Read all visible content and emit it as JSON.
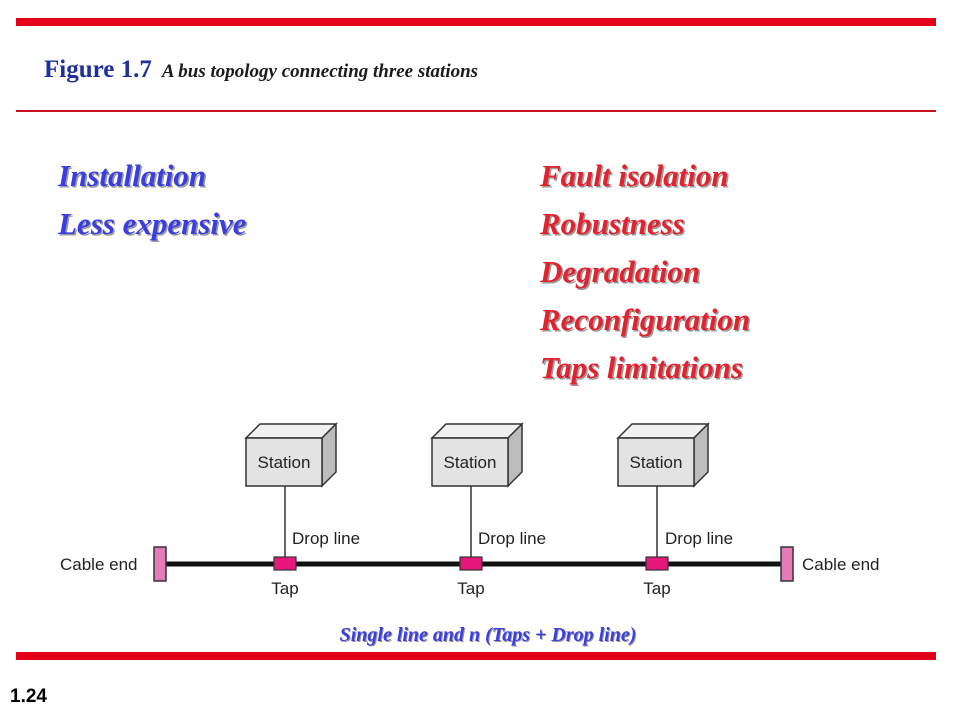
{
  "figure": {
    "number": "Figure 1.7",
    "caption": "A bus topology connecting three stations"
  },
  "advantages": [
    "Installation",
    "Less expensive"
  ],
  "disadvantages": [
    "Fault isolation",
    "Robustness",
    "Degradation",
    "Reconfiguration",
    "Taps limitations"
  ],
  "diagram": {
    "stations": [
      {
        "label": "Station",
        "drop_label": "Drop line",
        "tap_label": "Tap"
      },
      {
        "label": "Station",
        "drop_label": "Drop line",
        "tap_label": "Tap"
      },
      {
        "label": "Station",
        "drop_label": "Drop line",
        "tap_label": "Tap"
      }
    ],
    "cable_end_left": "Cable end",
    "cable_end_right": "Cable end"
  },
  "summary": "Single line and n (Taps + Drop line)",
  "slide_number": "1.24",
  "colors": {
    "rule": "#e4001b",
    "blue_text": "#3a3ee0",
    "red_text": "#e2222e",
    "tap": "#e8177b",
    "cable_end": "#e57ab8",
    "station_fill": "#e3e3e3"
  }
}
